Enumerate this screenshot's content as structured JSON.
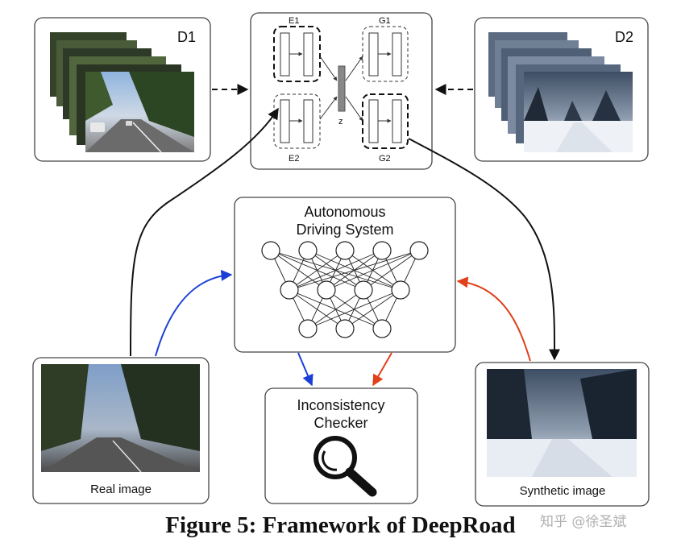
{
  "domain1": {
    "label": "D1"
  },
  "domain2": {
    "label": "D2"
  },
  "model": {
    "encoder1": "E1",
    "encoder2": "E2",
    "generator1": "G1",
    "generator2": "G2",
    "latent": "z"
  },
  "ads": {
    "line1": "Autonomous",
    "line2": "Driving System"
  },
  "checker": {
    "line1": "Inconsistency",
    "line2": "Checker"
  },
  "real_image": {
    "label": "Real image"
  },
  "synthetic_image": {
    "label": "Synthetic image"
  },
  "caption": "Figure 5: Framework of DeepRoad",
  "watermark": "知乎 @徐圣斌",
  "colors": {
    "blue_arrow": "#1a3fd6",
    "red_arrow": "#e0401a",
    "black_arrow": "#111111"
  },
  "icons": {
    "magnifier": "search-icon"
  }
}
